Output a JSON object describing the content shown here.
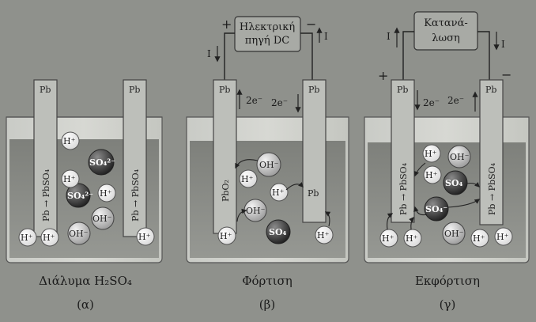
{
  "panels": [
    {
      "caption": "Διάλυμα H₂SO₄",
      "label": "(α)",
      "left_electrode": {
        "top": "Pb",
        "side": "Pb → PbSO₄"
      },
      "right_electrode": {
        "top": "Pb",
        "side": "Pb → PbSO₄"
      },
      "ions": [
        "H⁺",
        "SO₄²⁻",
        "H⁺",
        "SO₄²⁻",
        "H⁺",
        "OH⁻",
        "H⁺",
        "H⁺",
        "OH⁻",
        "H⁺"
      ]
    },
    {
      "caption": "Φόρτιση",
      "label": "(β)",
      "source_box": [
        "Ηλεκτρική",
        "πηγή DC"
      ],
      "plus": "+",
      "minus": "−",
      "current_left": "I",
      "current_right": "I",
      "electron_left": "2e⁻",
      "electron_right": "2e⁻",
      "left_electrode": {
        "top": "Pb",
        "side": "PbO₂"
      },
      "right_electrode": {
        "top": "Pb",
        "side": "Pb"
      },
      "ions": [
        "OH⁻",
        "H⁺",
        "H⁺",
        "OH⁻",
        "H⁺",
        "SO₄",
        "H⁺"
      ]
    },
    {
      "caption": "Εκφόρτιση",
      "label": "(γ)",
      "load_box": [
        "Κατανά-",
        "λωση"
      ],
      "plus": "+",
      "minus": "−",
      "current_left": "I",
      "current_right": "I",
      "electron_left": "2e⁻",
      "electron_right": "2e⁻",
      "left_electrode": {
        "top": "Pb",
        "side": "Pb → PbSO₄"
      },
      "right_electrode": {
        "top": "Pb",
        "side": "Pb → PbSO₄"
      },
      "ions": [
        "H⁺",
        "OH⁻",
        "H⁺",
        "SO₄",
        "SO₄⁻",
        "H⁺",
        "H⁺",
        "OH⁻",
        "H⁺",
        "H⁺"
      ]
    }
  ]
}
